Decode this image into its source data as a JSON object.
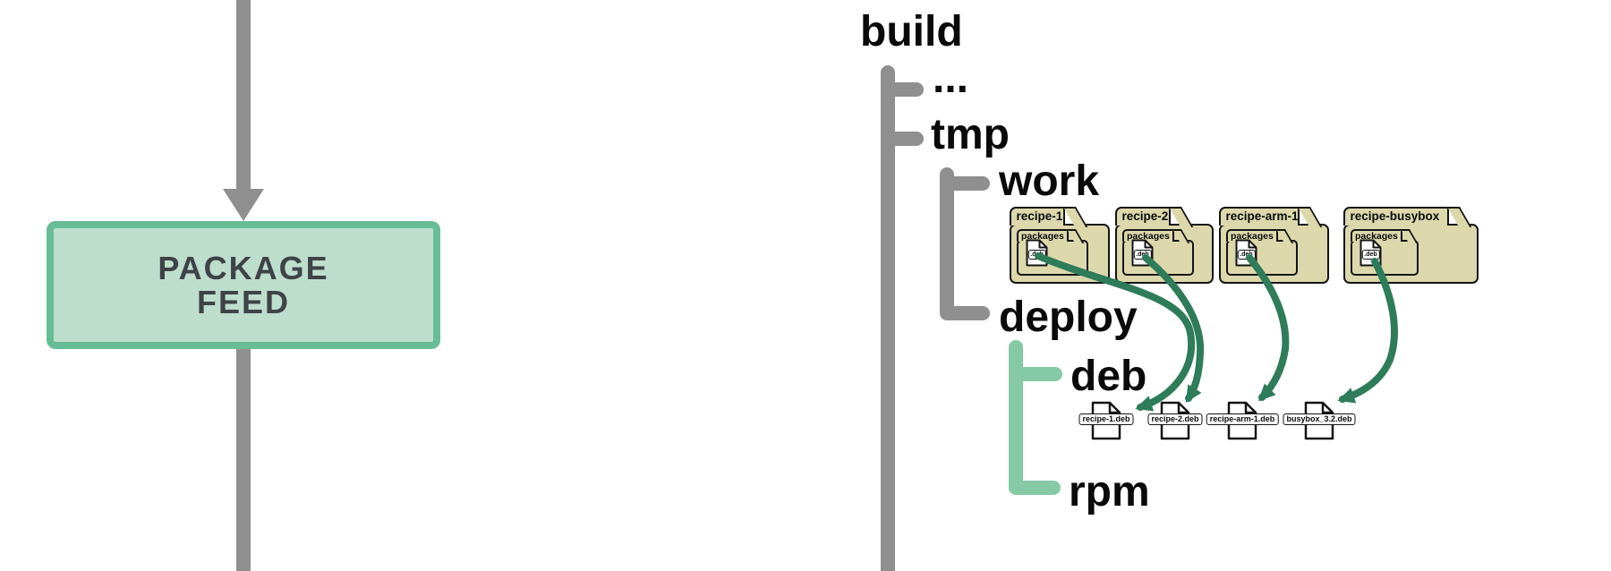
{
  "package_feed": {
    "line1": "PACKAGE",
    "line2": "FEED"
  },
  "tree": {
    "root": "build",
    "ellipsis": "...",
    "tmp": "tmp",
    "work": "work",
    "deploy": "deploy",
    "deb": "deb",
    "rpm": "rpm"
  },
  "folders": [
    {
      "name": "recipe-1",
      "subfolder": "packages",
      "file": ".deb"
    },
    {
      "name": "recipe-2",
      "subfolder": "packages",
      "file": ".deb"
    },
    {
      "name": "recipe-arm-1",
      "subfolder": "packages",
      "file": ".deb"
    },
    {
      "name": "recipe-busybox",
      "subfolder": "packages",
      "file": ".deb"
    }
  ],
  "deb_files": [
    {
      "name": "recipe-1.deb"
    },
    {
      "name": "recipe-2.deb"
    },
    {
      "name": "recipe-arm-1.deb"
    },
    {
      "name": "busybox_3.2.deb"
    }
  ],
  "colors": {
    "line_gray": "#8f8f8f",
    "tree_teal": "#85c9a6",
    "arrow_green": "#2e7c59",
    "folder_tan": "#ddd8ac",
    "feed_border": "#67bd95",
    "feed_fill": "#bedecd",
    "feed_text": "#3e4347",
    "text_black": "#0a0a0a"
  }
}
